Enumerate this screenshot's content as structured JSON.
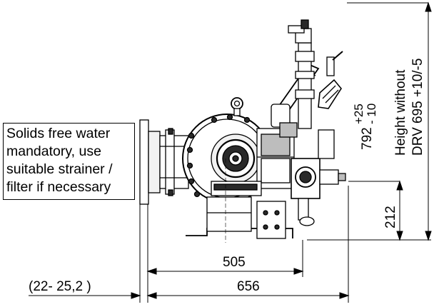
{
  "note": {
    "lines": [
      "Solids free water",
      "mandatory, use",
      "suitable strainer /",
      "filter if necessary"
    ]
  },
  "dimensions": {
    "width_total": "656",
    "width_inner": "505",
    "offset": "(22- 25,2 )",
    "height_port": "212",
    "height_total": "792",
    "tol_plus": "+25",
    "tol_minus": "- 10",
    "height_note_line1": "Height without",
    "height_note_line2": "DRV 695 +10/-5"
  },
  "colors": {
    "line": "#000000",
    "fill_light": "#f2f2f2",
    "fill_mid": "#bdbdbd",
    "fill_dark": "#2a2a2a"
  }
}
